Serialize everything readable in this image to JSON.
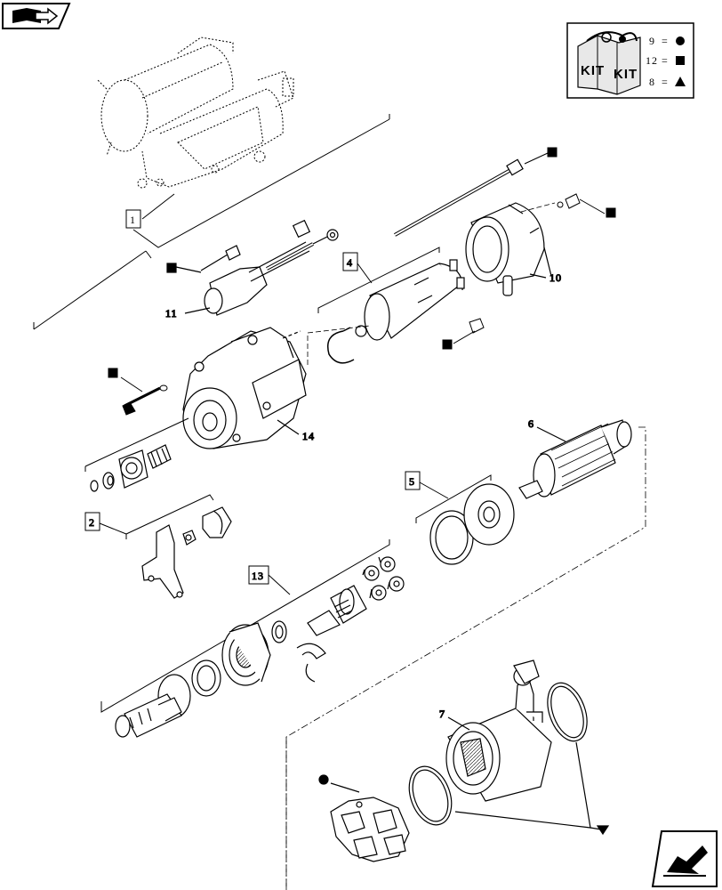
{
  "nav": {
    "top_button_icon": "book-arrow-icon",
    "bottom_button_icon": "exit-arrow-icon"
  },
  "legend": {
    "kit_word_1": "KIT",
    "kit_word_2": "KIT",
    "rows": [
      {
        "number": "9",
        "symbol": "circle"
      },
      {
        "number": "12",
        "symbol": "square"
      },
      {
        "number": "8",
        "symbol": "triangle"
      }
    ],
    "equals": "="
  },
  "callouts": [
    {
      "label": "1",
      "boxed": true
    },
    {
      "label": "2",
      "boxed": true
    },
    {
      "label": "4",
      "boxed": true
    },
    {
      "label": "5",
      "boxed": true
    },
    {
      "label": "6",
      "boxed": false
    },
    {
      "label": "7",
      "boxed": false
    },
    {
      "label": "10",
      "boxed": false
    },
    {
      "label": "11",
      "boxed": false
    },
    {
      "label": "13",
      "boxed": true
    },
    {
      "label": "14",
      "boxed": false
    }
  ]
}
